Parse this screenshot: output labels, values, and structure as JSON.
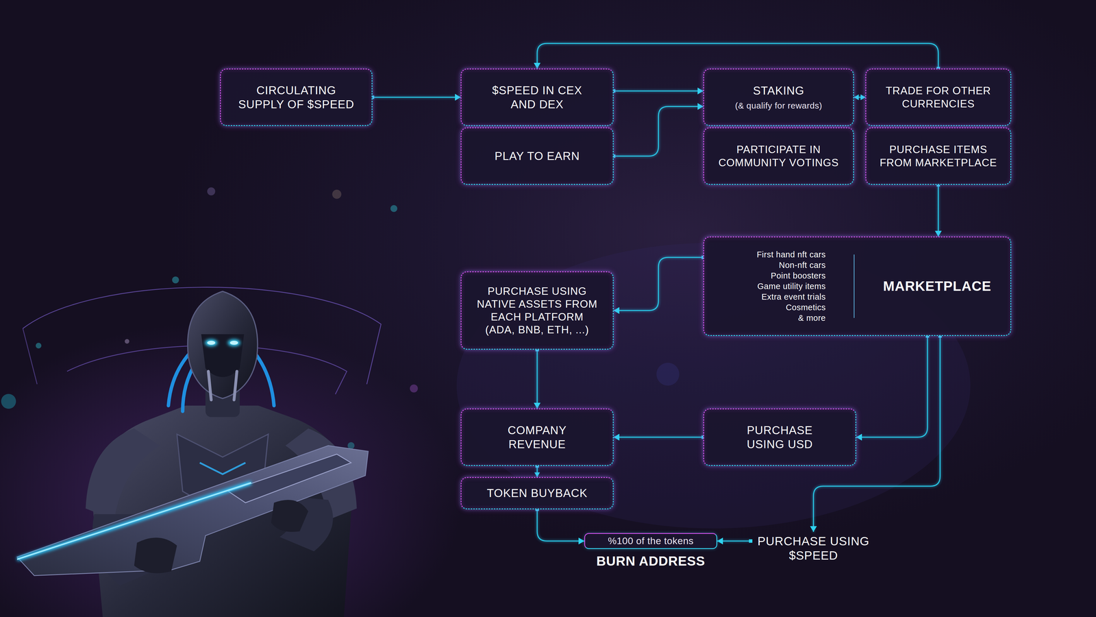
{
  "diagram": {
    "nodes": [
      {
        "text": [
          "CIRCULATING SUPPLY OF $SPEED"
        ]
      },
      {
        "text": [
          "$SPEED IN CEX AND DEX"
        ]
      },
      {
        "text": [
          "STAKING",
          "(& qualify for rewards)"
        ]
      },
      {
        "text": [
          "TRADE FOR OTHER CURRENCIES"
        ]
      },
      {
        "text": [
          "PLAY TO EARN"
        ]
      },
      {
        "text": [
          "PARTICIPATE IN COMMUNITY VOTINGS"
        ]
      },
      {
        "text": [
          "PURCHASE ITEMS FROM MARKETPLACE"
        ]
      },
      {
        "text": [
          "First hand nft cars",
          "Non-nft cars",
          "Point boosters",
          "Game utility items",
          "Extra event trials",
          "Cosmetics",
          "& more",
          "MARKETPLACE"
        ]
      },
      {
        "text": [
          "PURCHASE USING NATIVE ASSETS FROM EACH PLATFORM (ADA, BNB, ETH, ...)"
        ]
      },
      {
        "text": [
          "COMPANY REVENUE"
        ]
      },
      {
        "text": [
          "PURCHASE USING USD"
        ]
      },
      {
        "text": [
          "TOKEN BUYBACK"
        ]
      },
      {
        "text": [
          "%100 of the tokens",
          "BURN ADDRESS"
        ]
      },
      {
        "text": [
          "PURCHASE USING $SPEED"
        ]
      }
    ],
    "edges": [
      {
        "from": 0,
        "to": 1,
        "arrow": "to"
      },
      {
        "from": 1,
        "to": 2,
        "arrow": "to"
      },
      {
        "from": 4,
        "to": 2,
        "arrow": "to"
      },
      {
        "from": 2,
        "to": 3,
        "arrow": "both"
      },
      {
        "from": 3,
        "to": 1,
        "arrow": "to"
      },
      {
        "from": 6,
        "to": 7,
        "arrow": "to"
      },
      {
        "from": 7,
        "to": 8,
        "arrow": "to"
      },
      {
        "from": 8,
        "to": 9,
        "arrow": "to"
      },
      {
        "from": 7,
        "to": 10,
        "arrow": "to"
      },
      {
        "from": 10,
        "to": 9,
        "arrow": "to"
      },
      {
        "from": 9,
        "to": 11,
        "arrow": "to"
      },
      {
        "from": 11,
        "to": 12,
        "arrow": "to"
      },
      {
        "from": 7,
        "to": 13,
        "arrow": "to"
      },
      {
        "from": 13,
        "to": 12,
        "arrow": "to"
      }
    ]
  }
}
